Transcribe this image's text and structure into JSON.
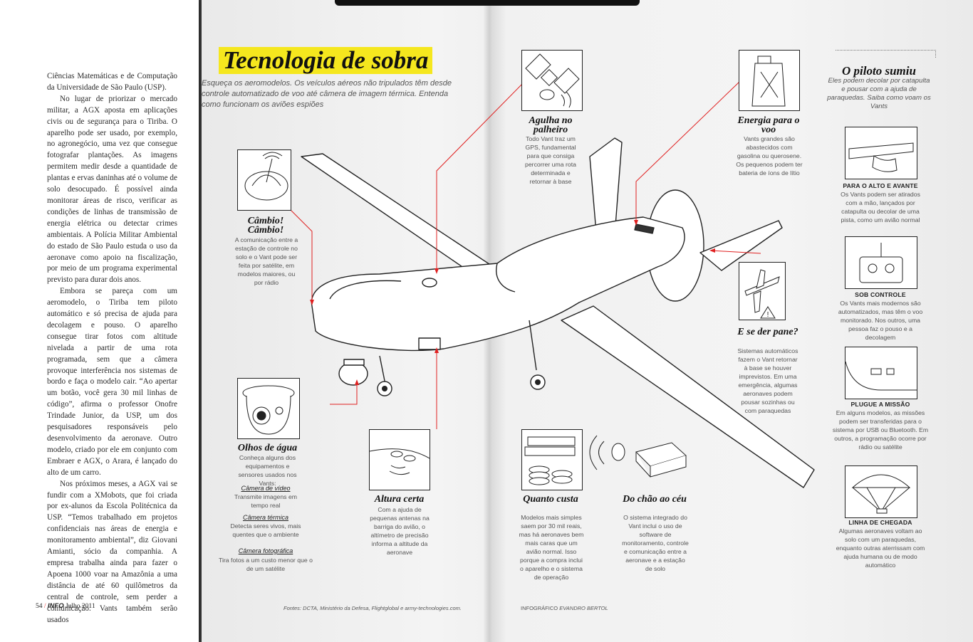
{
  "left_page": {
    "paragraphs": [
      "Ciências Matemáticas e de Computação da Universidade de São Paulo (USP).",
      "No lugar de priorizar o mercado militar, a AGX aposta em aplicações civis ou de segurança para o Tiriba. O aparelho pode ser usado, por exemplo, no agronegócio, uma vez que consegue fotografar plantações. As imagens permitem medir desde a quantidade de plantas e ervas daninhas até o volume de solo desocupado. É possível ainda monitorar áreas de risco, verificar as condições de linhas de transmissão de energia elétrica ou detectar crimes ambientais. A Polícia Militar Ambiental do estado de São Paulo estuda o uso da aeronave como apoio na fiscalização, por meio de um programa experimental previsto para durar dois anos.",
      "Embora se pareça com um aeromodelo, o Tiriba tem piloto automático e só precisa de ajuda para decolagem e pouso. O aparelho consegue tirar fotos com altitude nivelada a partir de uma rota programada, sem que a câmera provoque interferência nos sistemas de bordo e faça o modelo cair. “Ao apertar um botão, você gera 30 mil linhas de código”, afirma o professor Onofre Trindade Junior, da USP, um dos pesquisadores responsáveis pelo desenvolvimento da aeronave. Outro modelo, criado por ele em conjunto com Embraer e AGX, o Arara, é lançado do alto de um carro.",
      "Nos próximos meses, a AGX vai se fundir com a XMobots, que foi criada por ex-alunos da Escola Politécnica da USP. “Temos trabalhado em projetos confidenciais nas áreas de energia e monitoramento ambiental”, diz Giovani Amianti, sócio da companhia. A empresa trabalha ainda para fazer o Apoena 1000 voar na Amazônia a uma distância de até 60 quilômetros da central de controle, sem perder a comunicação. Vants também serão usados"
    ],
    "folio_number": "54",
    "folio_brand": "INFO",
    "folio_date": "Julho 2011"
  },
  "infographic": {
    "title": "Tecnologia de sobra",
    "intro": "Esqueça os aeromodelos. Os veículos aéreos não tripulados têm desde controle automatizado de voo até câmera de imagem térmica. Entenda como funcionam os aviões espiões",
    "cambio": {
      "title": "Câmbio! Câmbio!",
      "body": "A comunicação entre a estação de controle no solo e o Vant pode ser feita por satélite, em modelos maiores, ou por rádio"
    },
    "agulha": {
      "title": "Agulha no palheiro",
      "body": "Todo Vant traz um GPS, fundamental para que consiga percorrer uma rota determinada e retornar à base"
    },
    "energia": {
      "title": "Energia para o voo",
      "body": "Vants grandes são abastecidos com gasolina ou querosene. Os pequenos podem ter bateria de íons de lítio"
    },
    "pane": {
      "title": "E se der pane?",
      "body": "Sistemas automáticos fazem o Vant retornar à base se houver imprevistos. Em uma emergência, algumas aeronaves podem pousar sozinhas ou com paraquedas"
    },
    "olhos": {
      "title": "Olhos de água",
      "body": "Conheça alguns dos equipamentos e sensores usados nos Vants:",
      "items": [
        {
          "name": "Câmera de vídeo",
          "desc": "Transmite imagens em tempo real"
        },
        {
          "name": "Câmera térmica",
          "desc": "Detecta seres vivos, mais quentes que o ambiente"
        },
        {
          "name": "Câmera fotográfica",
          "desc": "Tira fotos a um custo menor que o de um satélite"
        }
      ]
    },
    "altura": {
      "title": "Altura certa",
      "body": "Com a ajuda de pequenas antenas na barriga do avião, o altímetro de precisão informa a altitude da aeronave"
    },
    "custa": {
      "title": "Quanto custa",
      "body": "Modelos mais simples saem por 30 mil reais, mas há aeronaves bem mais caras que um avião normal. Isso porque a compra inclui o aparelho e o sistema de operação"
    },
    "chao": {
      "title": "Do chão ao céu",
      "body": "O sistema integrado do Vant inclui o uso de software de monitoramento, controle e comunicação entre a aeronave e a estação de solo"
    },
    "sidebar": {
      "title": "O piloto sumiu",
      "intro": "Eles podem decolar por catapulta e pousar com a ajuda de paraquedas. Saiba como voam os Vants",
      "items": [
        {
          "caption": "PARA O ALTO E AVANTE",
          "text": "Os Vants podem ser atirados com a mão, lançados por catapulta ou decolar de uma pista, como um avião normal"
        },
        {
          "caption": "SOB CONTROLE",
          "text": "Os Vants mais modernos são automatizados, mas têm o voo monitorado. Nos outros, uma pessoa faz o pouso e a decolagem"
        },
        {
          "caption": "PLUGUE A MISSÃO",
          "text": "Em alguns modelos, as missões podem ser transferidas para o sistema por USB ou Bluetooth. Em outros, a programação ocorre por rádio ou satélite"
        },
        {
          "caption": "LINHA DE CHEGADA",
          "text": "Algumas aeronaves voltam ao solo com um paraquedas, enquanto outras aterrissam com ajuda humana ou de modo automático"
        }
      ]
    },
    "sources": "Fontes: DCTA, Ministério da Defesa, Flightglobal e army-technologies.com.",
    "credit_label": "INFOGRÁFICO",
    "credit_name": "EVANDRO BERTOL"
  },
  "colors": {
    "highlight": "#f5e71e",
    "leader_line": "#e02020"
  }
}
